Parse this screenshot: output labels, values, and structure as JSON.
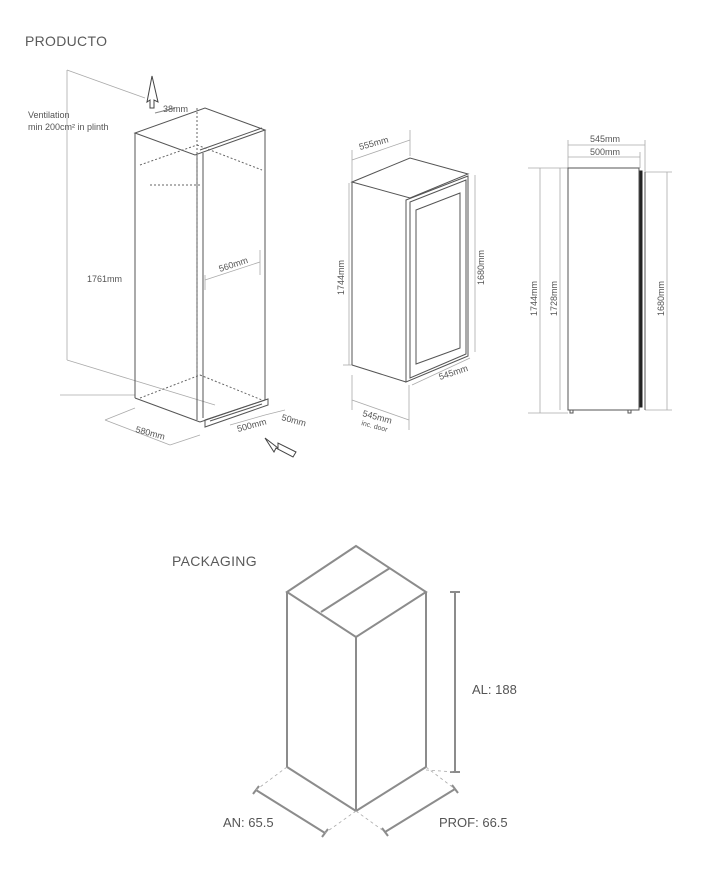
{
  "sections": {
    "product_title": "PRODUCTO",
    "packaging_title": "PACKAGING"
  },
  "product": {
    "installation": {
      "ventilation_line1": "Ventilation",
      "ventilation_line2": "min 200cm² in plinth",
      "top_gap": "38mm",
      "niche_height": "1761mm",
      "niche_depth": "560mm",
      "niche_width": "580mm",
      "plinth_width": "500mm",
      "plinth_height": "50mm"
    },
    "front_view": {
      "width": "555mm",
      "height": "1744mm",
      "door_height": "1680mm",
      "door_width": "545mm",
      "depth": "545mm",
      "depth_note": "inc. door"
    },
    "side_view": {
      "total_depth": "545mm",
      "body_depth": "500mm",
      "total_height": "1744mm",
      "body_height": "1728mm",
      "door_height": "1680mm"
    }
  },
  "packaging": {
    "height_label": "AL: 188",
    "width_label": "AN: 65.5",
    "depth_label": "PROF: 66.5"
  },
  "colors": {
    "line": "#555555",
    "light_line": "#aaaaaa",
    "pack_line": "#8c8c8c"
  }
}
